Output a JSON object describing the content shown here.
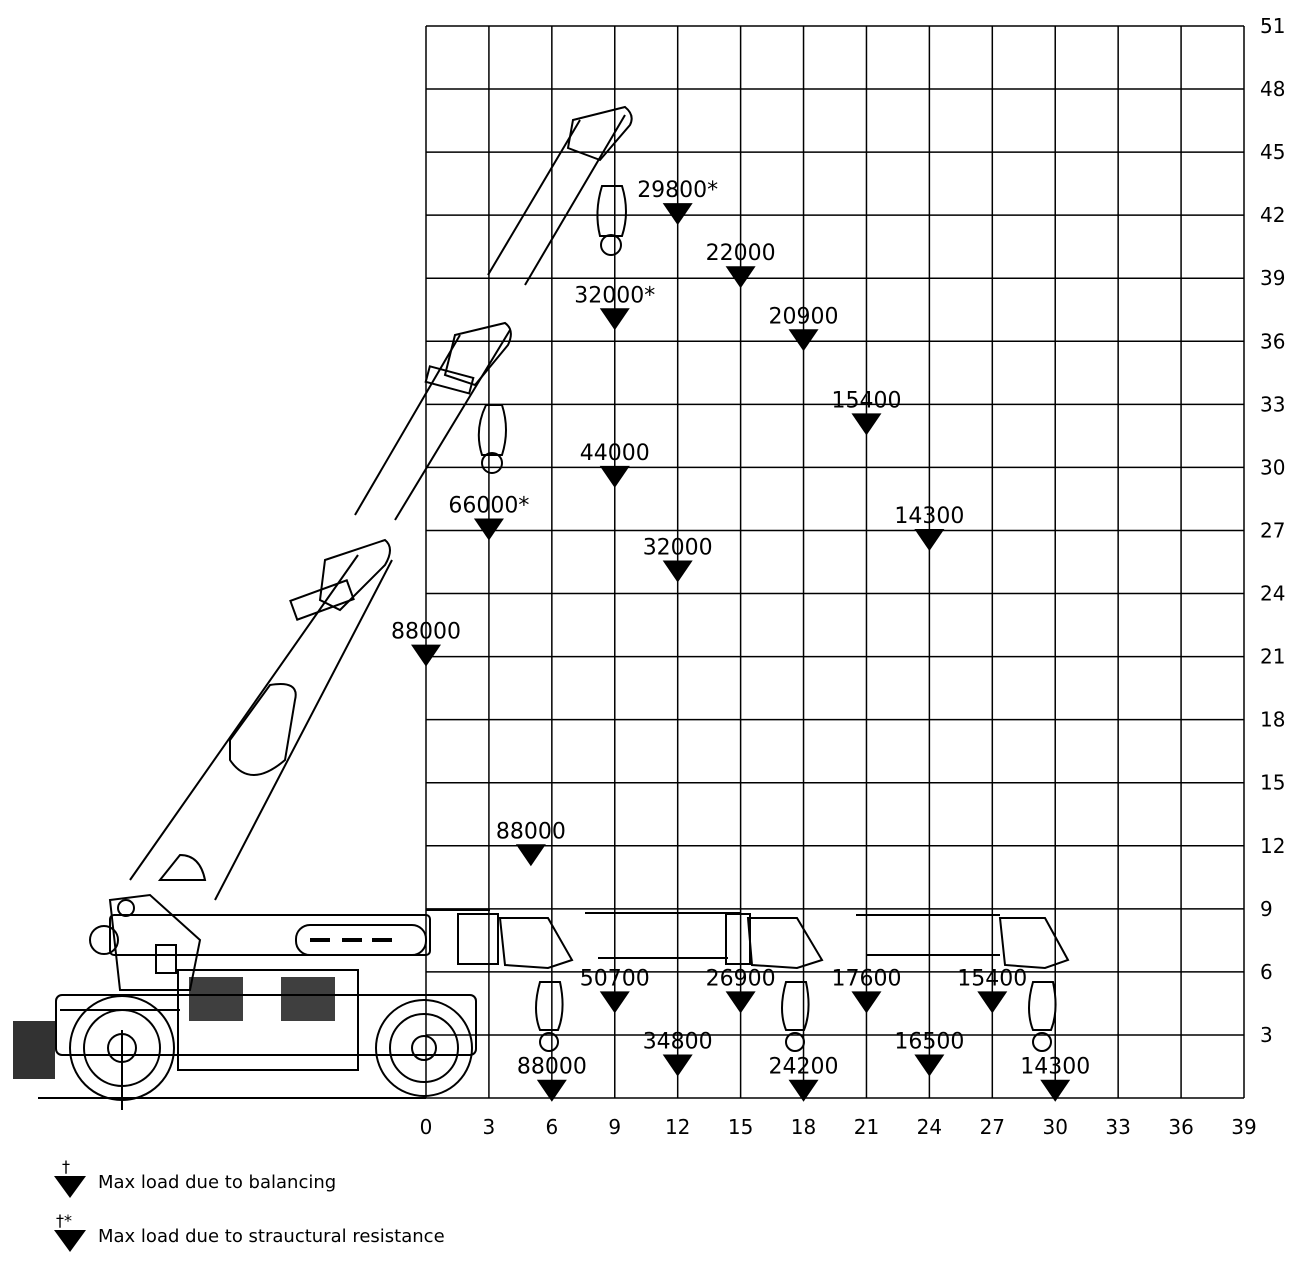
{
  "chart_data": {
    "type": "scatter",
    "x_ticks": [
      "0",
      "3",
      "6",
      "9",
      "12",
      "15",
      "18",
      "21",
      "24",
      "27",
      "30",
      "33",
      "36",
      "39"
    ],
    "y_ticks": [
      "3",
      "6",
      "9",
      "12",
      "15",
      "18",
      "21",
      "24",
      "27",
      "30",
      "33",
      "36",
      "39",
      "42",
      "45",
      "48",
      "51"
    ],
    "xlim": [
      0,
      39
    ],
    "ylim": [
      0,
      51
    ],
    "grid": true,
    "points": [
      {
        "x": 0,
        "y": 21,
        "label": "88000"
      },
      {
        "x": 3,
        "y": 27,
        "label": "66000*"
      },
      {
        "x": 9,
        "y": 29.5,
        "label": "44000"
      },
      {
        "x": 12,
        "y": 25,
        "label": "32000"
      },
      {
        "x": 9,
        "y": 37,
        "label": "32000*"
      },
      {
        "x": 12,
        "y": 42,
        "label": "29800*"
      },
      {
        "x": 15,
        "y": 39,
        "label": "22000"
      },
      {
        "x": 18,
        "y": 36,
        "label": "20900"
      },
      {
        "x": 21,
        "y": 32,
        "label": "15400"
      },
      {
        "x": 24,
        "y": 26.5,
        "label": "14300"
      },
      {
        "x": 5,
        "y": 11.5,
        "label": "88000"
      },
      {
        "x": 9,
        "y": 4.5,
        "label": "50700"
      },
      {
        "x": 15,
        "y": 4.5,
        "label": "26900"
      },
      {
        "x": 21,
        "y": 4.5,
        "label": "17600"
      },
      {
        "x": 27,
        "y": 4.5,
        "label": "15400"
      },
      {
        "x": 12,
        "y": 1.5,
        "label": "34800"
      },
      {
        "x": 24,
        "y": 1.5,
        "label": "16500"
      },
      {
        "x": 6,
        "y": 0.3,
        "label": "88000"
      },
      {
        "x": 18,
        "y": 0.3,
        "label": "24200"
      },
      {
        "x": 30,
        "y": 0.3,
        "label": "14300"
      }
    ]
  },
  "legend": {
    "balancing": {
      "symbol": "†",
      "text": "Max load due to balancing"
    },
    "structural": {
      "symbol": "†*",
      "text": "Max load due to strauctural resistance"
    }
  }
}
